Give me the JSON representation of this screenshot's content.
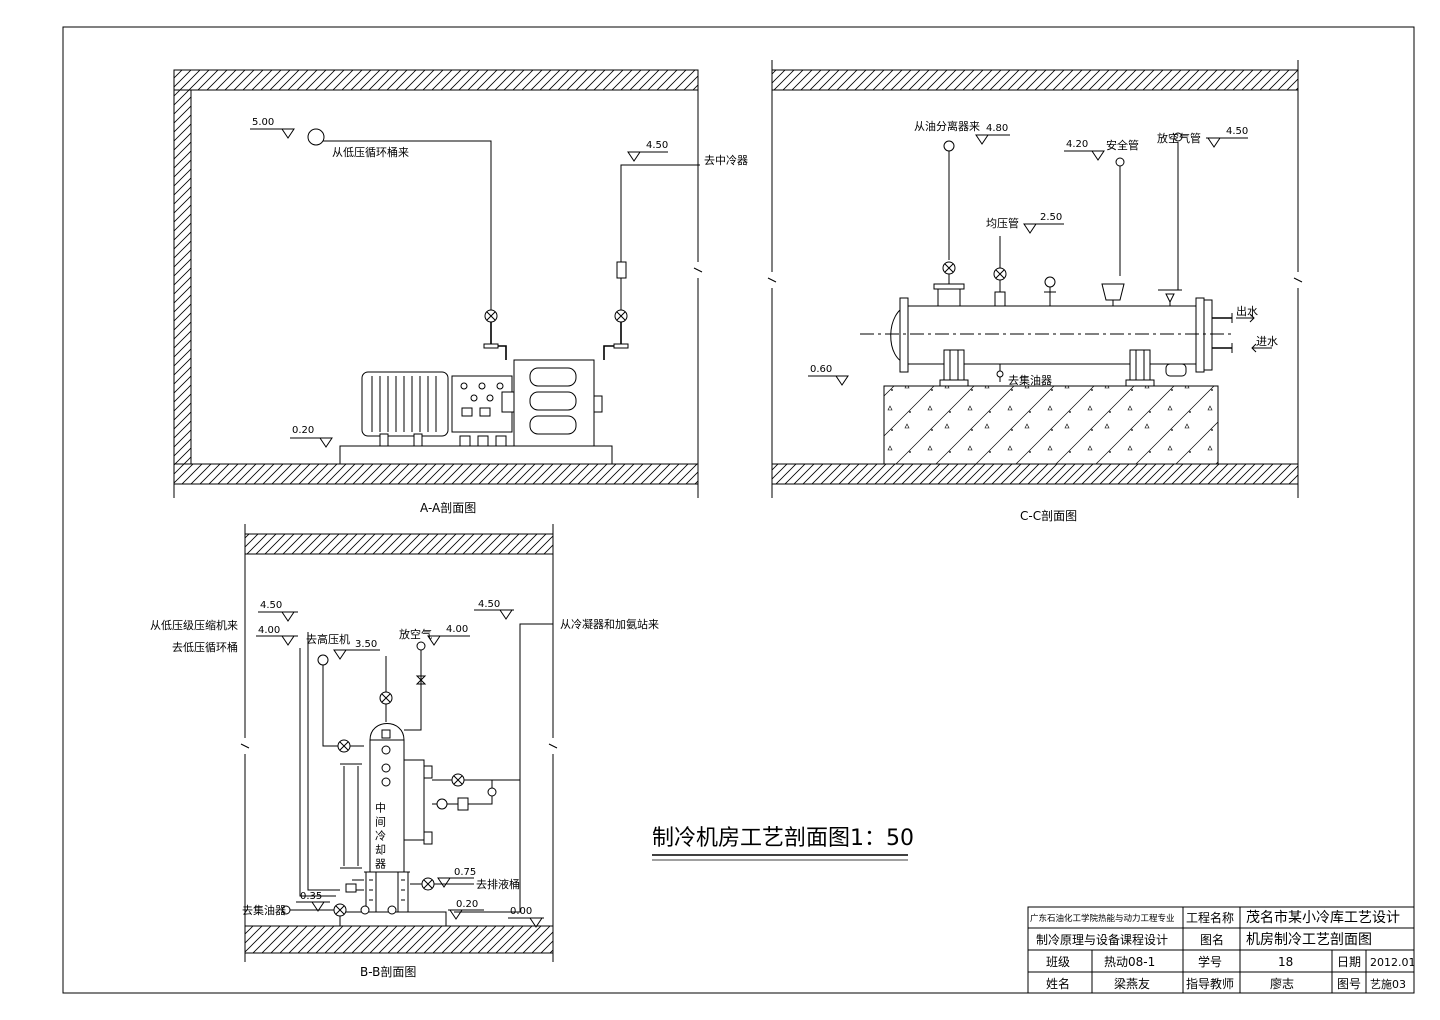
{
  "title": "制冷机房工艺剖面图1：50",
  "sections": {
    "aa": {
      "caption": "A-A剖面图",
      "levels": [
        "5.00",
        "4.50",
        "0.20"
      ],
      "labels": {
        "from_low_circ": "从低压循环桶来",
        "to_mid_cooler": "去中冷器"
      }
    },
    "cc": {
      "caption": "C-C剖面图",
      "levels": [
        "4.80",
        "4.20",
        "4.50",
        "2.50",
        "0.60"
      ],
      "labels": {
        "from_oil_sep": "从油分离器来",
        "safety_pipe": "安全管",
        "vent_pipe": "放空气管",
        "equalizer": "均压管",
        "water_out": "出水",
        "water_in": "进水",
        "to_oil_collector": "去集油器"
      }
    },
    "bb": {
      "caption": "B-B剖面图",
      "levels": [
        "4.50",
        "4.00",
        "3.50",
        "4.00",
        "4.50",
        "0.75",
        "0.35",
        "0.20",
        "0.00"
      ],
      "labels": {
        "from_low_comp": "从低压级压缩机来",
        "to_low_circ": "去低压循环桶",
        "to_high_comp": "去高压机",
        "vent": "放空气",
        "from_condenser": "从冷凝器和加氨站来",
        "to_drain_bucket": "去排液桶",
        "to_oil_collector": "去集油器",
        "vessel_name": "中间冷却器"
      }
    }
  },
  "title_block": {
    "school": "广东石油化工学院热能与动力工程专业",
    "course": "制冷原理与设备课程设计",
    "project_label": "工程名称",
    "project_name": "茂名市某小冷库工艺设计",
    "drawing_label": "图名",
    "drawing_name": "机房制冷工艺剖面图",
    "class_label": "班级",
    "class_value": "热动08-1",
    "student_no_label": "学号",
    "student_no_value": "18",
    "date_label": "日期",
    "date_value": "2012.01",
    "name_label": "姓名",
    "name_value": "梁燕友",
    "teacher_label": "指导教师",
    "teacher_value": "廖志",
    "sheet_label": "图号",
    "sheet_value": "艺施03"
  }
}
